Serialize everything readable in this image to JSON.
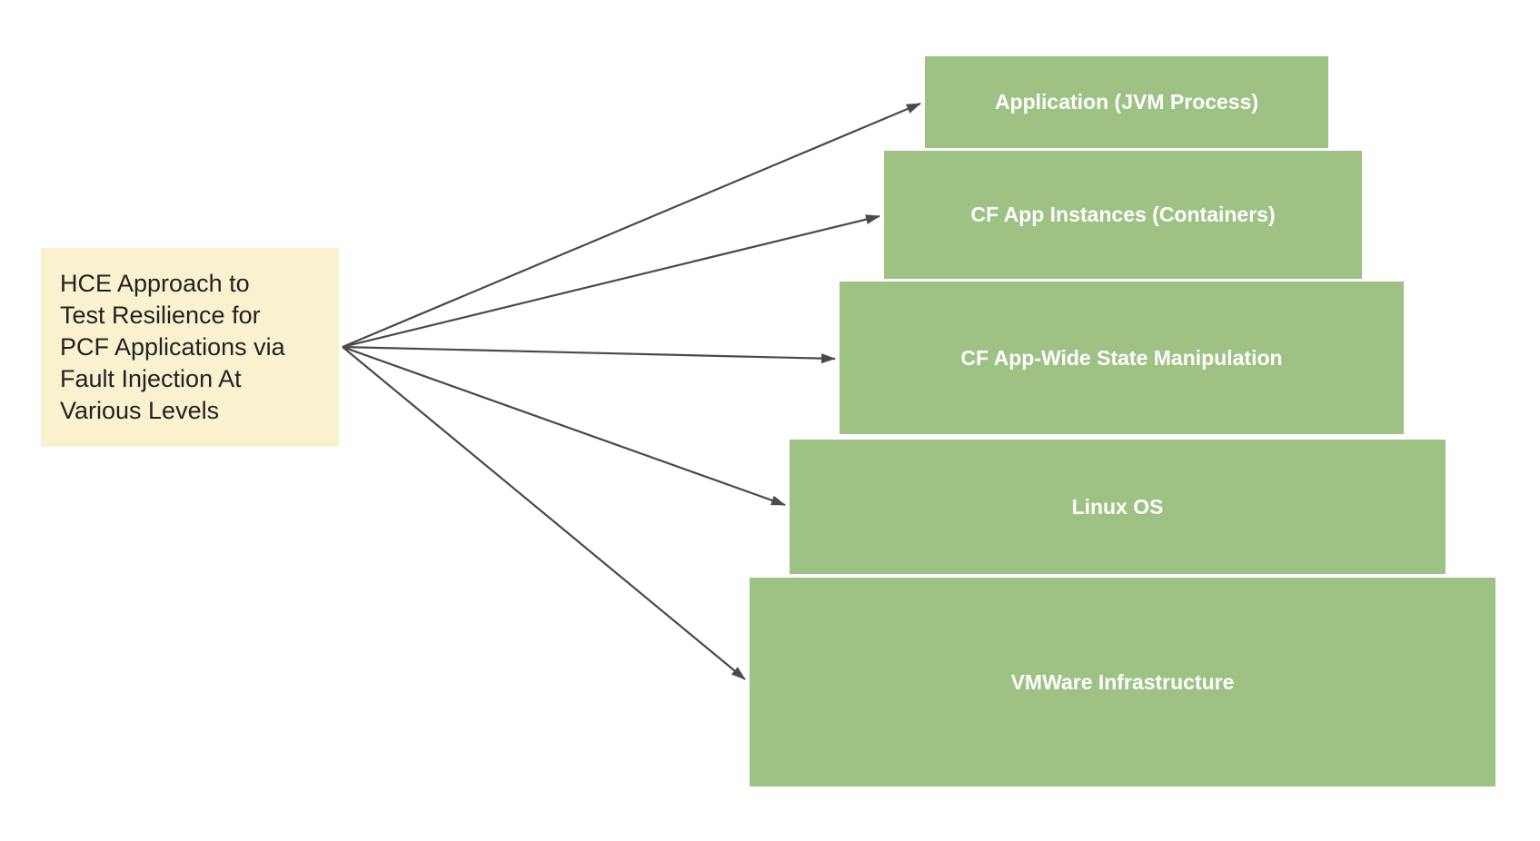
{
  "diagram": {
    "source_note": {
      "text": "HCE Approach to Test Resilience for PCF Applications via Fault Injection At Various Levels",
      "lines": [
        "HCE Approach to",
        "Test Resilience for",
        "PCF Applications via",
        "Fault Injection At",
        "Various Levels"
      ],
      "background_color": "#FAF1CF",
      "text_color": "#222222"
    },
    "levels": [
      {
        "label": "Application (JVM Process)"
      },
      {
        "label": "CF App Instances (Containers)"
      },
      {
        "label": "CF App-Wide State Manipulation"
      },
      {
        "label": "Linux OS"
      },
      {
        "label": "VMWare Infrastructure"
      }
    ],
    "colors": {
      "level_fill": "#9DC284",
      "level_text": "#FFFFFF",
      "arrow": "#4A4A4A",
      "background": "#FFFFFF"
    }
  }
}
